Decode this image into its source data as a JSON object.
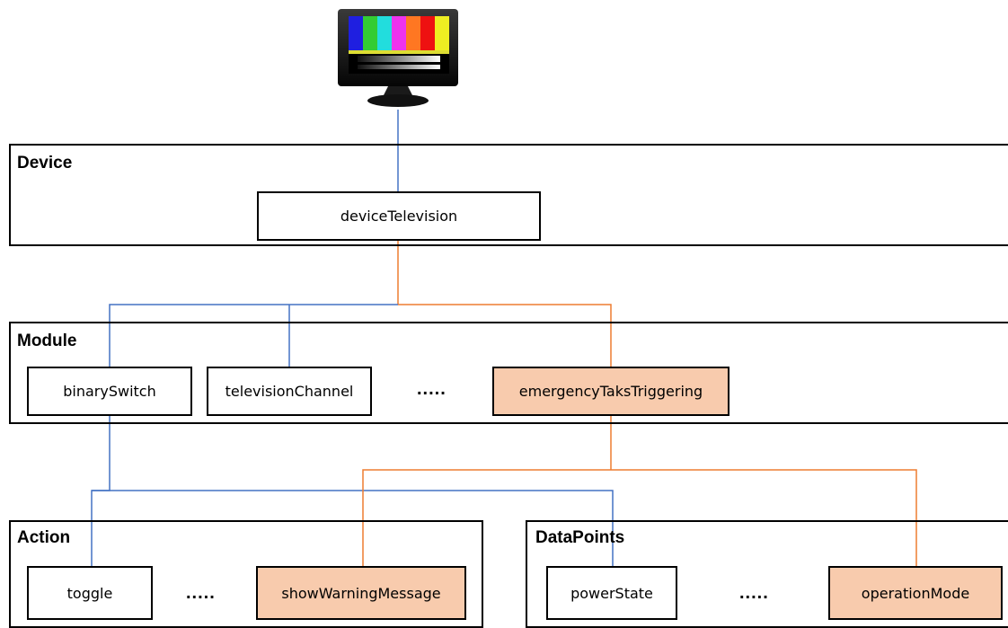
{
  "colors": {
    "blue_line": "#4472c4",
    "orange_line": "#ed7d31",
    "highlight_fill": "#f8cbad"
  },
  "icon": "television-icon",
  "sections": {
    "device": "Device",
    "module": "Module",
    "action": "Action",
    "datapoints": "DataPoints"
  },
  "nodes": {
    "device_television": "deviceTelevision",
    "binary_switch": "binarySwitch",
    "television_channel": "televisionChannel",
    "emergency": "emergencyTaksTriggering",
    "toggle": "toggle",
    "show_warning": "showWarningMessage",
    "power_state": "powerState",
    "operation_mode": "operationMode"
  },
  "ellipsis": "....."
}
